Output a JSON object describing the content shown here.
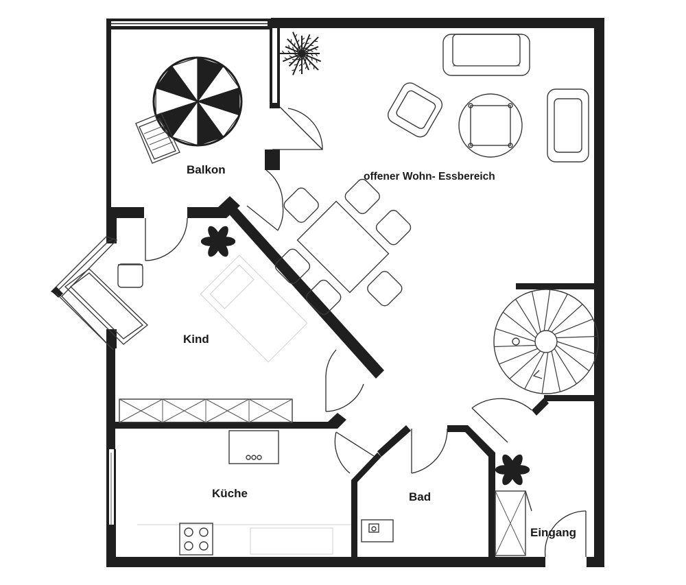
{
  "rooms": {
    "balkon": "Balkon",
    "wohn": "offener Wohn- Essbereich",
    "kind": "Kind",
    "kueche": "Küche",
    "bad": "Bad",
    "eingang": "Eingang"
  },
  "colors": {
    "wall": "#1f1f1f",
    "line": "#3a3a3a",
    "paper": "#ffffff"
  }
}
